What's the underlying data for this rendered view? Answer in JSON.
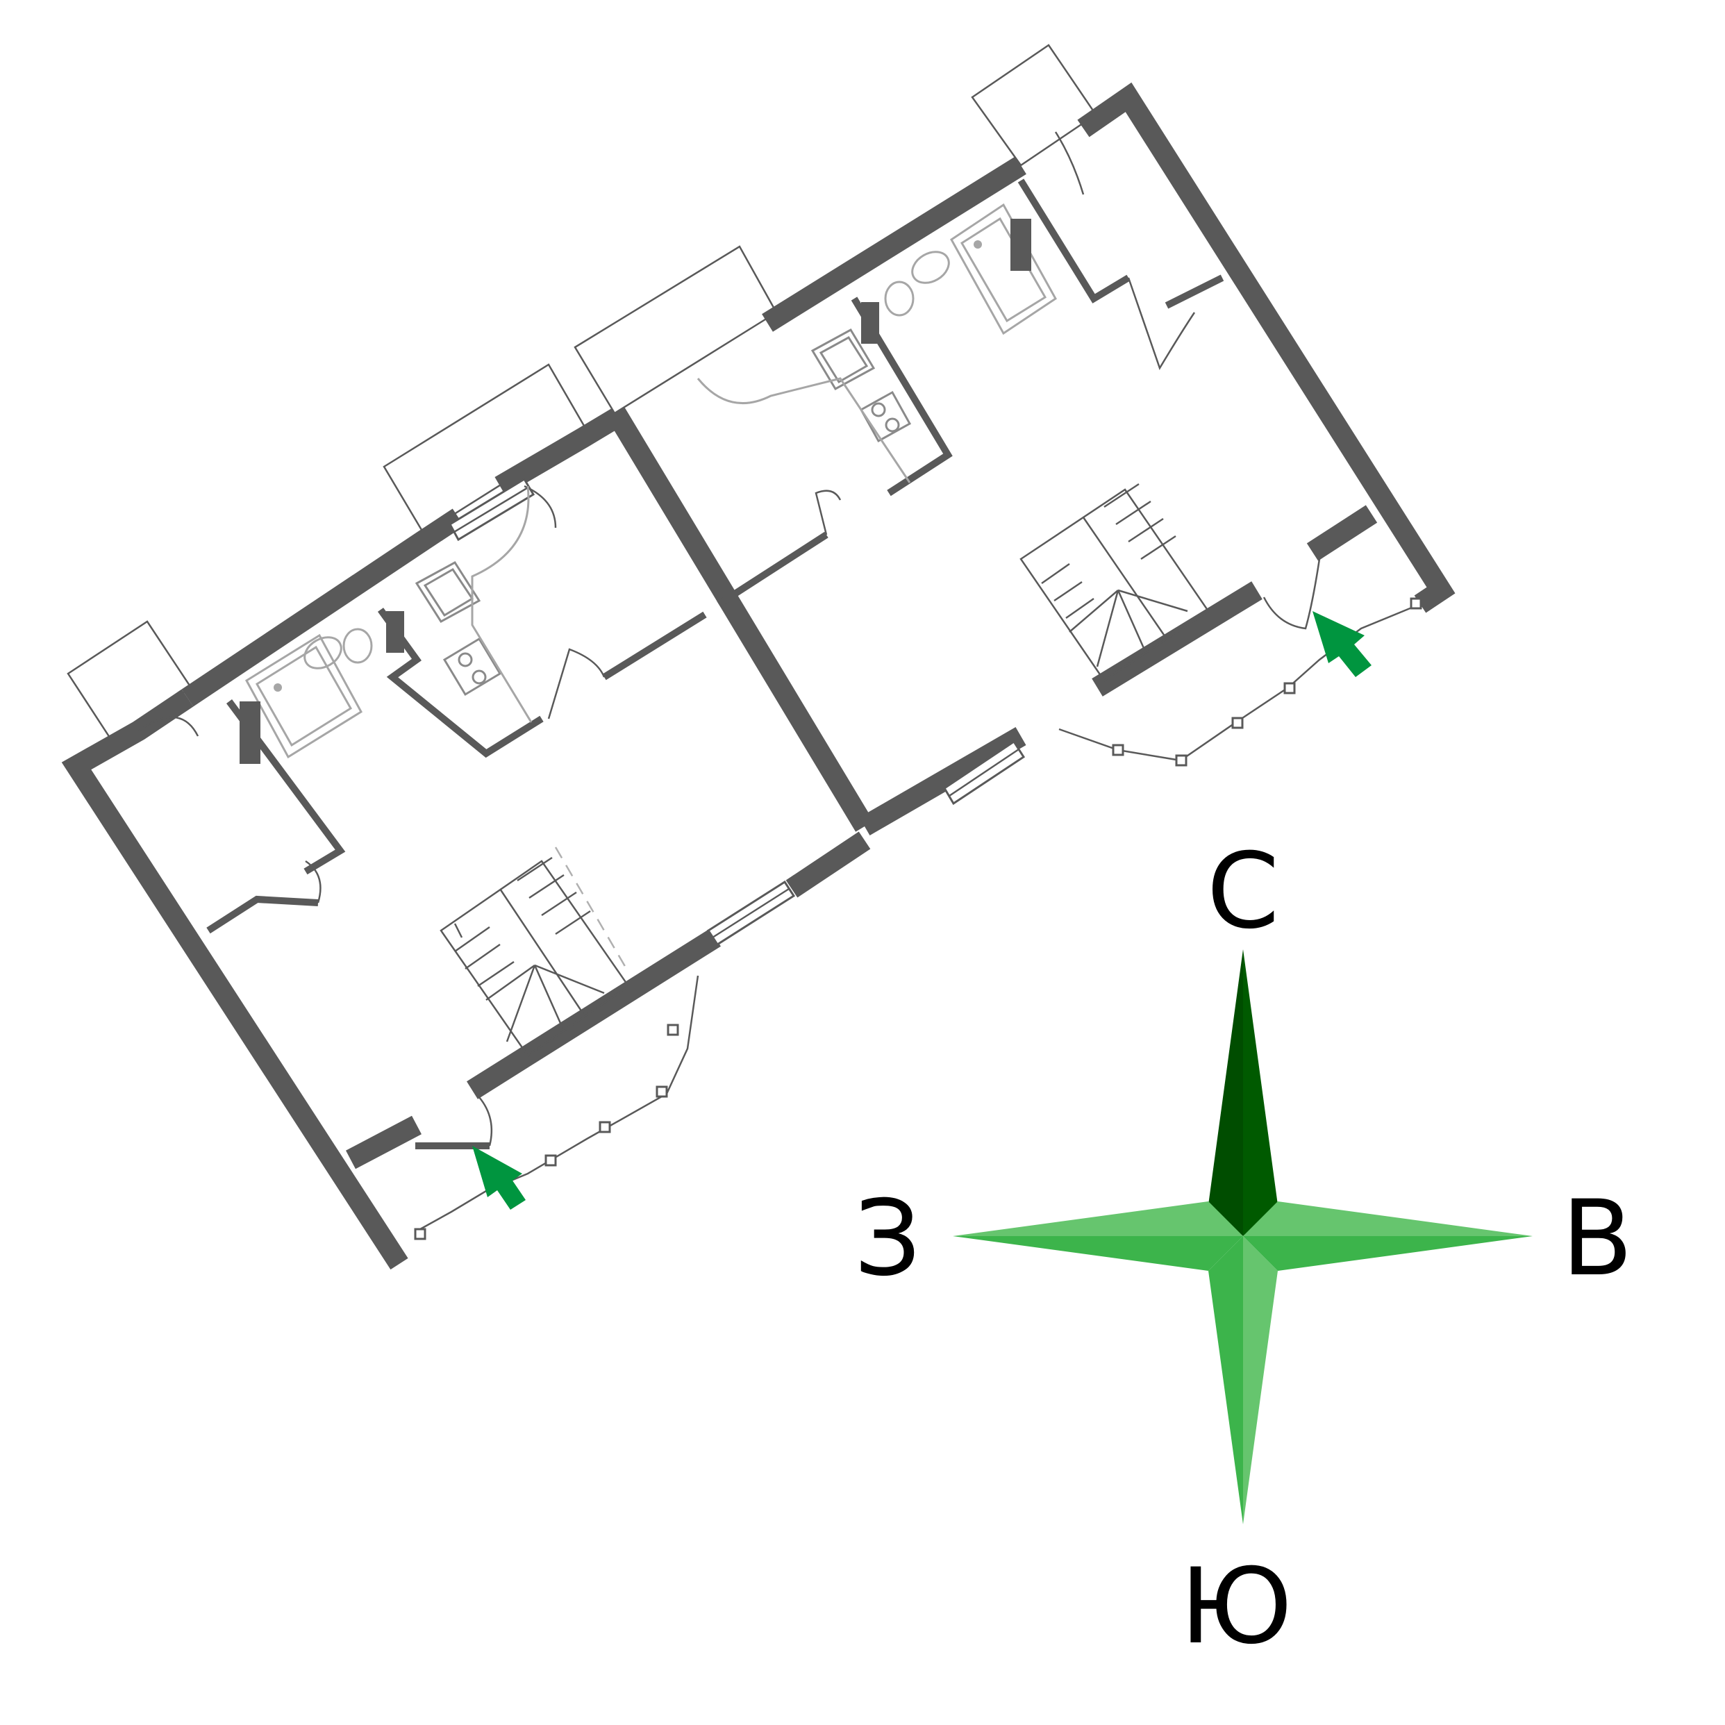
{
  "compass": {
    "north": "С",
    "east": "В",
    "south": "Ю",
    "west": "З"
  },
  "colors": {
    "wall": "#595959",
    "fixture": "#a6a6a6",
    "entrance_arrow": "#00953f",
    "compass_dark": "#004d00",
    "compass_mid": "#3cb44b",
    "compass_light": "#66c56e"
  },
  "units": [
    {
      "id": "unit-1",
      "entrance": "entrance-arrow-icon"
    },
    {
      "id": "unit-2",
      "entrance": "entrance-arrow-icon"
    }
  ]
}
